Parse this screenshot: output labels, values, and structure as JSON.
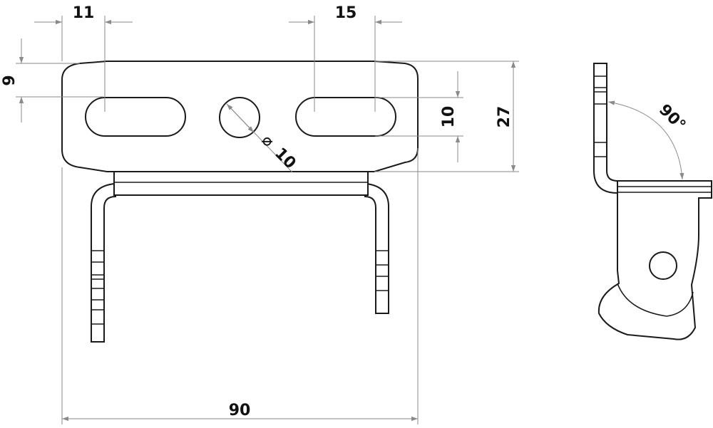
{
  "drawing": {
    "front_view": {
      "dim_slot_left_width": "11",
      "dim_slot_right_width": "15",
      "dim_slot_vertical_offset": "9",
      "dim_slot_height": "10",
      "dim_plate_height": "27",
      "dim_hole_diameter_symbol": "⌀",
      "dim_hole_diameter": "10",
      "dim_overall_width": "90"
    },
    "side_view": {
      "dim_bend_angle": "90°"
    }
  }
}
